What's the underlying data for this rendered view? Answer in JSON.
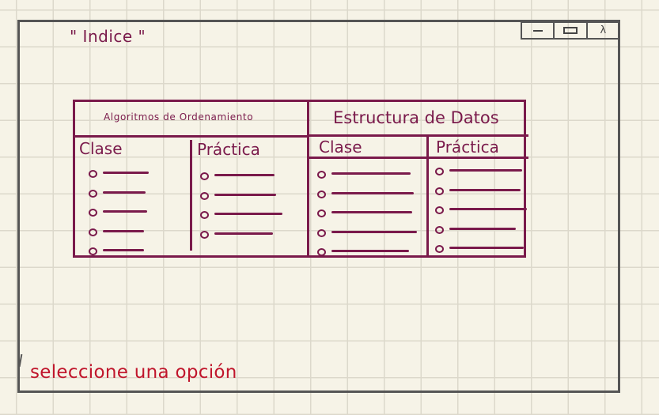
{
  "window": {
    "controls": [
      "minimize",
      "maximize",
      "close"
    ],
    "close_glyph": "λ"
  },
  "page_title": "\" Indice \"",
  "sections": {
    "left": {
      "title": "Algoritmos de Ordenamiento",
      "columns": [
        {
          "label": "Clase",
          "item_count": 5
        },
        {
          "label": "Práctica",
          "item_count": 4
        }
      ]
    },
    "right": {
      "title": "Estructura de Datos",
      "columns": [
        {
          "label": "Clase",
          "item_count": 5
        },
        {
          "label": "Práctica",
          "item_count": 5
        }
      ]
    }
  },
  "prompt": "seleccione una opción",
  "colors": {
    "ink": "#7a1a4b",
    "prompt": "#c0162c",
    "frame": "#555555",
    "paper": "#f6f3e7"
  }
}
